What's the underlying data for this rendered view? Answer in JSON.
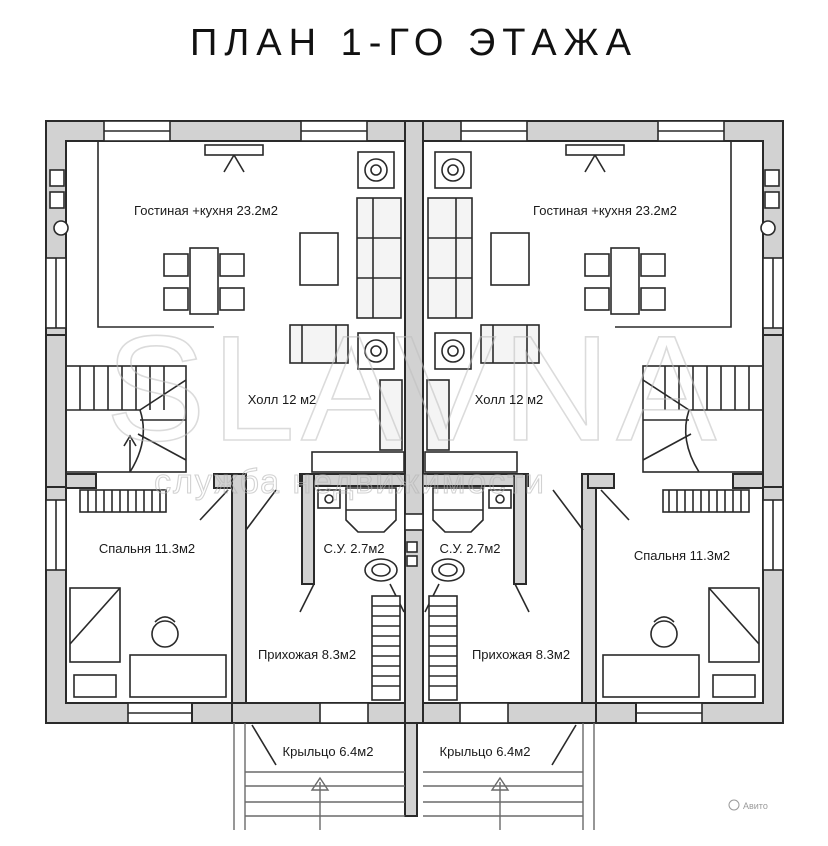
{
  "title": "ПЛАН 1-ГО ЭТАЖА",
  "watermark": {
    "main": "SLAVNA",
    "sub": "служба недвижимости",
    "corner_badge": "Авито"
  },
  "rooms": {
    "left": {
      "living": "Гостиная +кухня 23.2м2",
      "hall": "Холл 12 м2",
      "bedroom": "Спальня 11.3м2",
      "bathroom": "С.У. 2.7м2",
      "entrance": "Прихожая 8.3м2",
      "porch": "Крыльцо 6.4м2"
    },
    "right": {
      "living": "Гостиная +кухня 23.2м2",
      "hall": "Холл 12 м2",
      "bedroom": "Спальня 11.3м2",
      "bathroom": "С.У. 2.7м2",
      "entrance": "Прихожая 8.3м2",
      "porch": "Крыльцо 6.4м2"
    }
  },
  "colors": {
    "wall_fill": "#d2d2d2",
    "line": "#2a2a2a",
    "watermark": "#bfbfbf"
  }
}
